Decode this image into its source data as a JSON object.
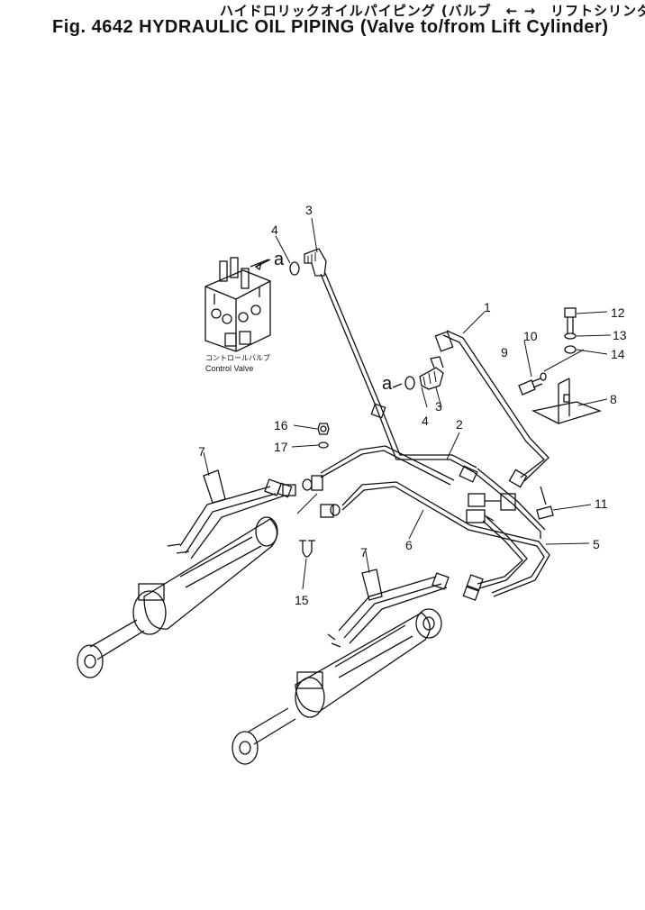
{
  "title": {
    "japanese": "ハイドロリックオイルパイピング (バルブ　← →　リフトシリンダ)",
    "english": "Fig.  4642 HYDRAULIC OIL PIPING (Valve to/from Lift Cylinder)"
  },
  "component_labels": {
    "control_valve_jp": "コントロールバルブ",
    "control_valve_en": "Control Valve",
    "port_a_top": "a",
    "port_a_mid": "a"
  },
  "part_numbers": {
    "p1": "1",
    "p2": "2",
    "p3_top": "3",
    "p3_mid": "3",
    "p4_top": "4",
    "p4_mid": "4",
    "p5": "5",
    "p6": "6",
    "p7_left": "7",
    "p7_right": "7",
    "p8": "8",
    "p9": "9",
    "p10": "10",
    "p11": "11",
    "p12": "12",
    "p13": "13",
    "p14": "14",
    "p15": "15",
    "p16": "16",
    "p17": "17"
  }
}
